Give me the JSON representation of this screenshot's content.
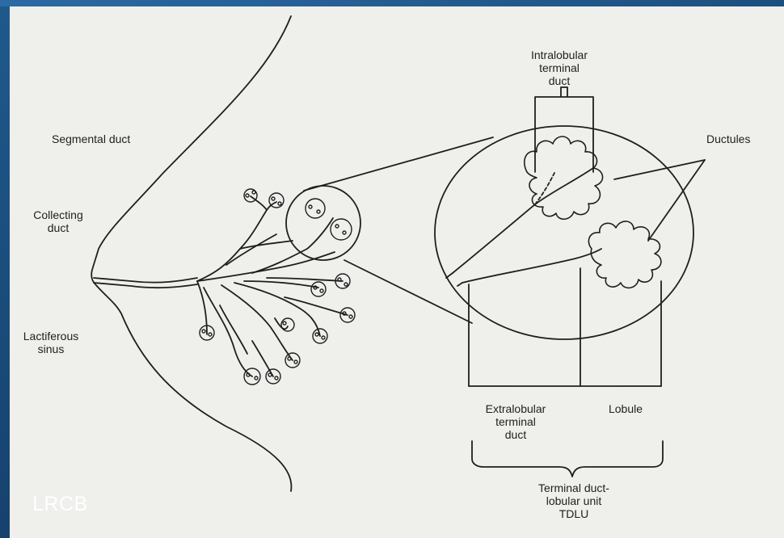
{
  "labels": {
    "segmental_duct": "Segmental duct",
    "collecting_duct_1": "Collecting",
    "collecting_duct_2": "duct",
    "lactiferous_sinus_1": "Lactiferous",
    "lactiferous_sinus_2": "sinus",
    "intralobular_1": "Intralobular",
    "intralobular_2": "terminal",
    "intralobular_3": "duct",
    "ductules": "Ductules",
    "extralobular_1": "Extralobular",
    "extralobular_2": "terminal",
    "extralobular_3": "duct",
    "lobule": "Lobule",
    "tdlu_1": "Terminal duct-",
    "tdlu_2": "lobular unit",
    "tdlu_3": "TDLU"
  },
  "watermark": "LRCB",
  "colors": {
    "slide_background": "#1a4a7a",
    "figure_paper": "#efefec",
    "line_art": "#1f1f1f",
    "watermark_text": "#ffffff"
  }
}
